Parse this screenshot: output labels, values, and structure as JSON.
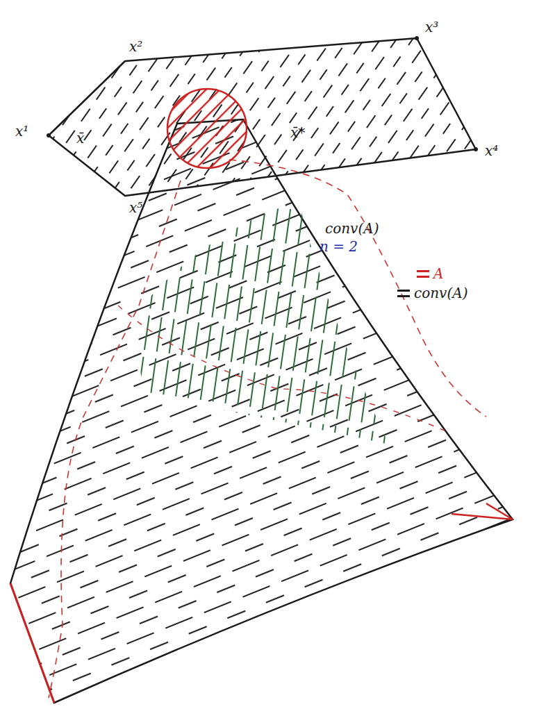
{
  "diagram": {
    "labels": [
      "x¹",
      "x²",
      "x³",
      "x⁴",
      "x⁵",
      "x̄",
      "x̄*",
      "conv(A)",
      "n = 2"
    ],
    "legend": [
      {
        "text": "A",
        "color": "#cc2222"
      },
      {
        "text": "conv(A)",
        "color": "#1a1a1a"
      }
    ]
  }
}
